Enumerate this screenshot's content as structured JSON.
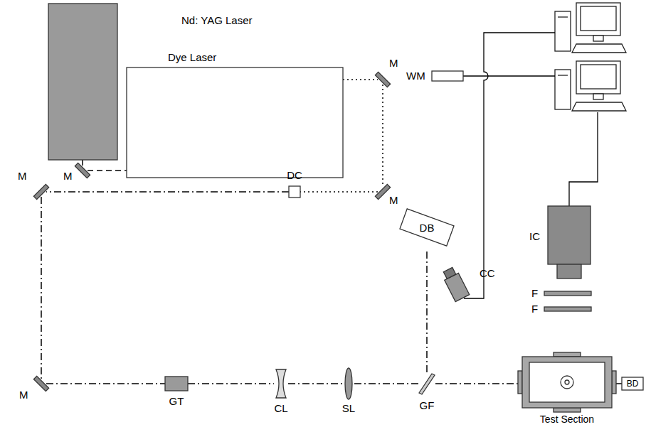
{
  "diagram": {
    "nodes": [
      {
        "text": [
          "Nd: YAG Laser"
        ]
      },
      {
        "text": [
          "Dye Laser"
        ]
      },
      {
        "text": [
          "M"
        ]
      },
      {
        "text": [
          "WM"
        ]
      },
      {
        "text": [
          "M"
        ]
      },
      {
        "text": [
          "DB"
        ]
      },
      {
        "text": [
          "DC"
        ]
      },
      {
        "text": [
          "M"
        ]
      },
      {
        "text": [
          "M"
        ]
      },
      {
        "text": [
          "CC"
        ]
      },
      {
        "text": [
          "IC"
        ]
      },
      {
        "text": [
          "F"
        ]
      },
      {
        "text": [
          "F"
        ]
      },
      {
        "text": [
          "M"
        ]
      },
      {
        "text": [
          "GT"
        ]
      },
      {
        "text": [
          "CL"
        ]
      },
      {
        "text": [
          "SL"
        ]
      },
      {
        "text": [
          "GF"
        ]
      },
      {
        "text": [
          "Test Section"
        ]
      },
      {
        "text": [
          "BD"
        ]
      }
    ],
    "edges": [
      {
        "from": 0,
        "to": 4,
        "arrow": "none"
      },
      {
        "from": 4,
        "to": 1,
        "arrow": "none"
      },
      {
        "from": 1,
        "to": 2,
        "arrow": "none"
      },
      {
        "from": 2,
        "to": 8,
        "arrow": "none"
      },
      {
        "from": 8,
        "to": 6,
        "arrow": "none"
      },
      {
        "from": 6,
        "to": 7,
        "arrow": "none"
      },
      {
        "from": 7,
        "to": 13,
        "arrow": "none"
      },
      {
        "from": 13,
        "to": 14,
        "arrow": "none"
      },
      {
        "from": 14,
        "to": 15,
        "arrow": "none"
      },
      {
        "from": 15,
        "to": 16,
        "arrow": "none"
      },
      {
        "from": 16,
        "to": 17,
        "arrow": "none"
      },
      {
        "from": 17,
        "to": 5,
        "arrow": "none"
      },
      {
        "from": 17,
        "to": 18,
        "arrow": "none"
      },
      {
        "from": 18,
        "to": 19,
        "arrow": "none"
      }
    ]
  }
}
